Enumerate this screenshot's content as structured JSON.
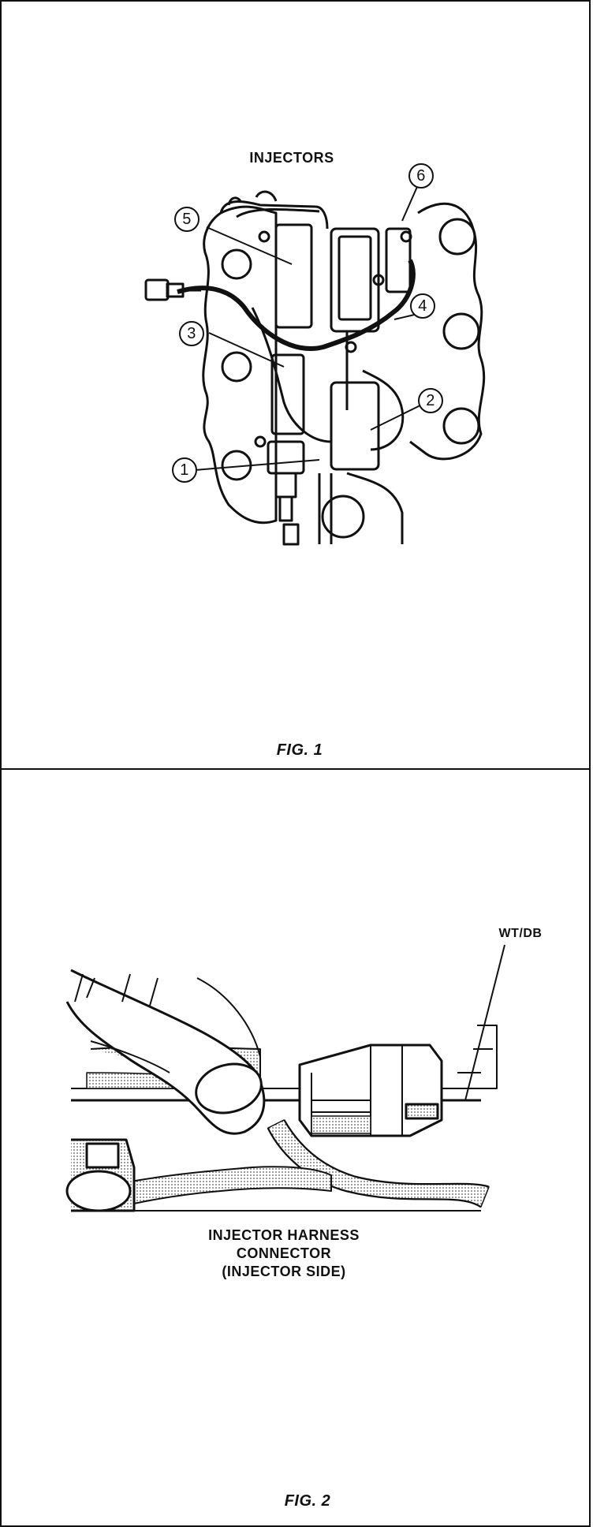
{
  "fig1": {
    "title": "INJECTORS",
    "caption": "FIG. 1",
    "callouts": [
      "1",
      "2",
      "3",
      "4",
      "5",
      "6"
    ]
  },
  "fig2": {
    "wire_label": "WT/DB",
    "caption_lines": [
      "INJECTOR HARNESS",
      "CONNECTOR",
      "(INJECTOR SIDE)"
    ],
    "figure_label": "FIG. 2"
  }
}
